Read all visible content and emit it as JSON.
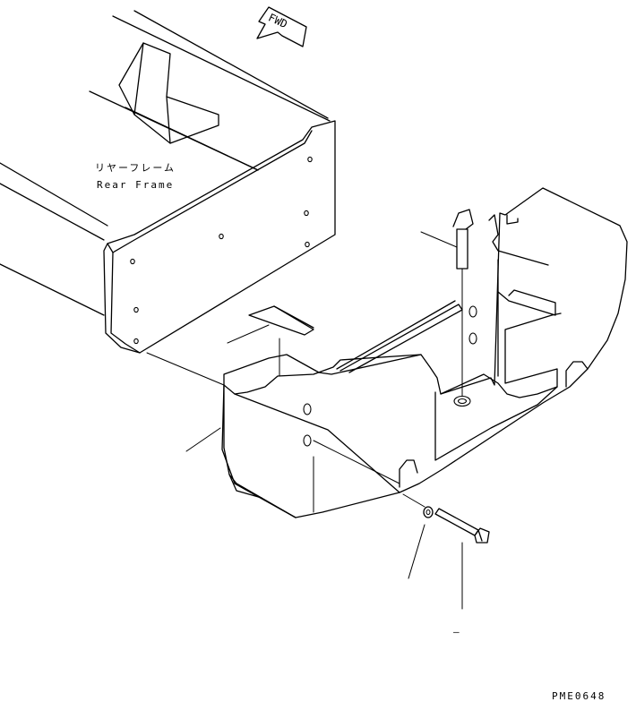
{
  "direction_arrow": {
    "label": "FWD"
  },
  "rear_frame": {
    "label_jp": "リヤーフレーム",
    "label_en": "Rear Frame"
  },
  "leader_marks": {
    "bolt_mark": "–"
  },
  "drawing_code": "PME0648",
  "colors": {
    "ink": "#000000",
    "paper": "#ffffff"
  }
}
